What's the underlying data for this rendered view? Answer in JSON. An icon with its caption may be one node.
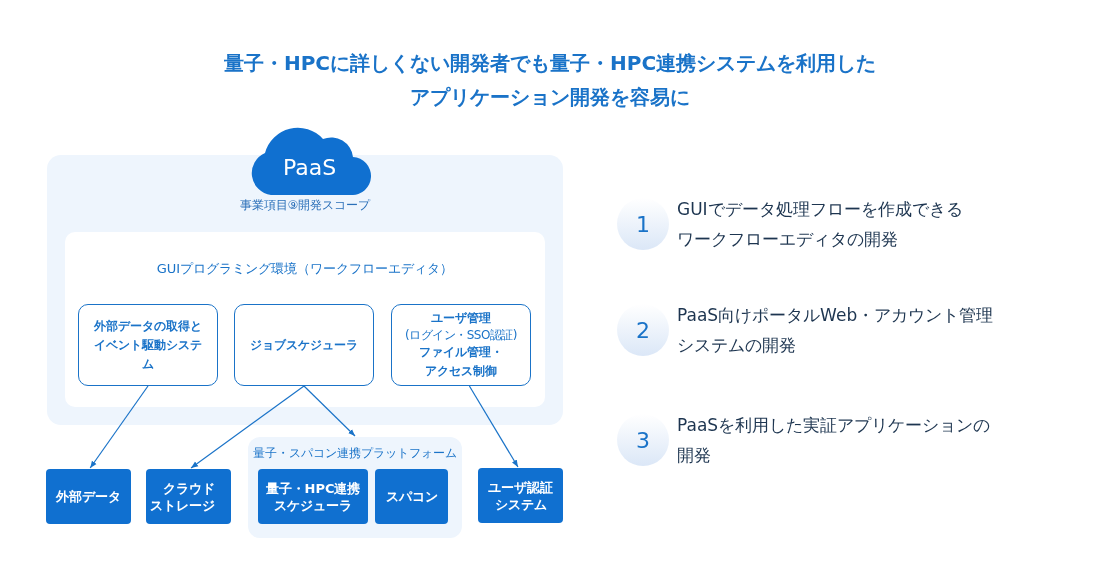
{
  "diagram": {
    "title": "量子・HPCに詳しくない開発者でも量子・HPC連携システムを利用したアプリケーション開発を容易に",
    "nodes": [
      {
        "text": [
          "事業項目⑨開発スコープ"
        ]
      },
      {
        "text": [
          "PaaS"
        ]
      },
      {
        "text": [
          "GUIプログラミング環境（ワークフローエディタ）"
        ],
        "in": 0
      },
      {
        "text": [
          "外部データの取得とイベント駆動システム"
        ],
        "in": 2
      },
      {
        "text": [
          "ジョブスケジューラ"
        ],
        "in": 2
      },
      {
        "text": [
          "ユーザ管理",
          "(ログイン・SSO認証)",
          "ファイル管理・アクセス制御"
        ],
        "in": 2
      },
      {
        "text": [
          "外部データ"
        ]
      },
      {
        "text": [
          "クラウドストレージ"
        ]
      },
      {
        "text": [
          "量子・スパコン連携プラットフォーム"
        ]
      },
      {
        "text": [
          "量子・HPC連携スケジューラ"
        ],
        "in": 8
      },
      {
        "text": [
          "スパコン"
        ],
        "in": 8
      },
      {
        "text": [
          "ユーザ認証システム"
        ]
      },
      {
        "text": [
          "1"
        ],
        "beside": [
          "GUIでデータ処理フローを作成できるワークフローエディタの開発"
        ]
      },
      {
        "text": [
          "2"
        ],
        "beside": [
          "PaaS向けポータルWeb・アカウント管理システムの開発"
        ]
      },
      {
        "text": [
          "3"
        ],
        "beside": [
          "PaaSを利用した実証アプリケーションの開発"
        ]
      }
    ],
    "edges": [
      {
        "from": 3,
        "to": 6,
        "arrow": "to"
      },
      {
        "from": 4,
        "to": 7,
        "arrow": "to"
      },
      {
        "from": 4,
        "to": 8,
        "arrow": "to"
      },
      {
        "from": 5,
        "to": 11,
        "arrow": "to"
      }
    ]
  }
}
